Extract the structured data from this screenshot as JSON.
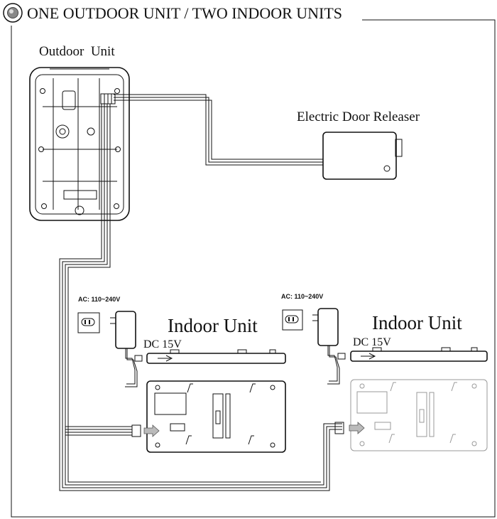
{
  "title": "ONE OUTDOOR UNIT / TWO INDOOR UNITS",
  "labels": {
    "outdoor_unit": "Outdoor  Unit",
    "door_releaser": "Electric Door Releaser",
    "indoor_unit_1": "Indoor Unit",
    "indoor_unit_2": "Indoor Unit",
    "dc_1": "DC 15V",
    "dc_2": "DC 15V",
    "ac_1": "AC: 110~240V",
    "ac_2": "AC: 110~240V"
  }
}
